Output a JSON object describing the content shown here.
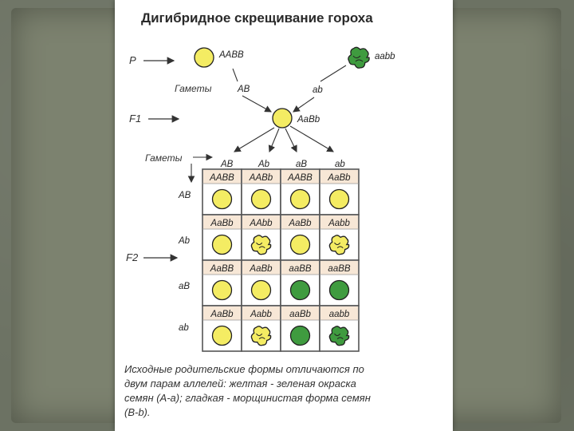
{
  "title": "Дигибридное скрещивание гороха",
  "labels": {
    "P": "P",
    "F1": "F1",
    "F2": "F2",
    "gametes1": "Гаметы",
    "gametes2": "Гаметы"
  },
  "parents": {
    "left": {
      "genotype": "AABB",
      "phenotype": "yellow-round"
    },
    "right": {
      "genotype": "aabb",
      "phenotype": "green-wrinkled"
    },
    "gamete_left": "AB",
    "gamete_right": "ab"
  },
  "f1": {
    "genotype": "AaBb",
    "phenotype": "yellow-round"
  },
  "gametes": [
    "AB",
    "Ab",
    "aB",
    "ab"
  ],
  "punnett": [
    [
      {
        "genotype": "AABB",
        "phenotype": "yellow-round"
      },
      {
        "genotype": "AABb",
        "phenotype": "yellow-round"
      },
      {
        "genotype": "AABB",
        "phenotype": "yellow-round"
      },
      {
        "genotype": "AaBb",
        "phenotype": "yellow-round"
      }
    ],
    [
      {
        "genotype": "AaBb",
        "phenotype": "yellow-round"
      },
      {
        "genotype": "AAbb",
        "phenotype": "yellow-wrinkled"
      },
      {
        "genotype": "AaBb",
        "phenotype": "yellow-round"
      },
      {
        "genotype": "Aabb",
        "phenotype": "yellow-wrinkled"
      }
    ],
    [
      {
        "genotype": "AaBB",
        "phenotype": "yellow-round"
      },
      {
        "genotype": "AaBb",
        "phenotype": "yellow-round"
      },
      {
        "genotype": "aaBB",
        "phenotype": "green-round"
      },
      {
        "genotype": "aaBB",
        "phenotype": "green-round"
      }
    ],
    [
      {
        "genotype": "AaBb",
        "phenotype": "yellow-round"
      },
      {
        "genotype": "Aabb",
        "phenotype": "yellow-wrinkled"
      },
      {
        "genotype": "aaBb",
        "phenotype": "green-round"
      },
      {
        "genotype": "aabb",
        "phenotype": "green-wrinkled"
      }
    ]
  ],
  "caption": [
    "Исходные родительские формы отличаются по",
    "двум парам аллелей: желтая - зеленая окраска",
    "семян (А-а); гладкая - морщинистая форма семян",
    "(В-b)."
  ],
  "colors": {
    "yellow": "#f4ec63",
    "green": "#3f9b3f",
    "genotype_cell": "#f7e7d6",
    "grid": "#555555"
  }
}
